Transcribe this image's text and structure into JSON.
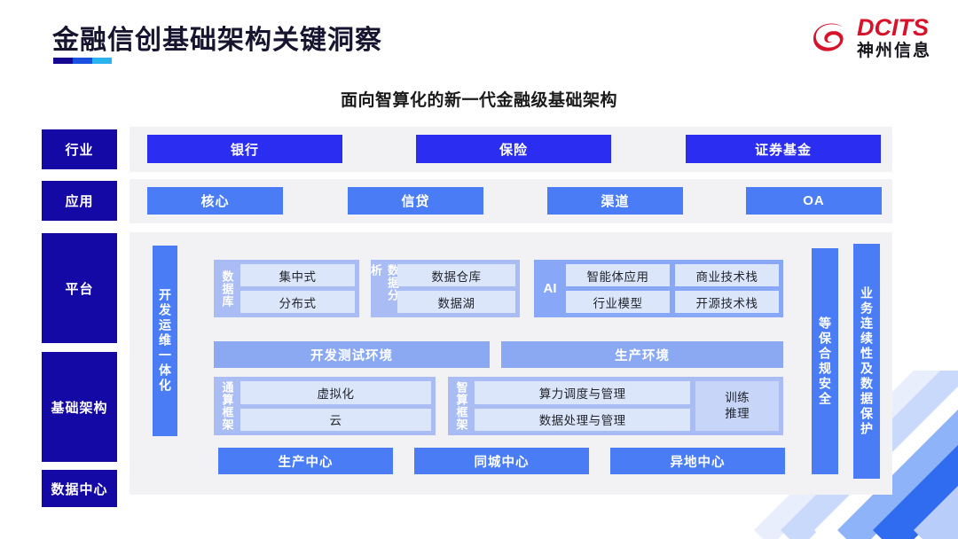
{
  "header": {
    "title": "金融信创基础架构关键洞察",
    "underline_colors": [
      "#15078f",
      "#1b4fe0",
      "#2bb3ef"
    ],
    "logo": {
      "icon": "dcits-swirl-icon",
      "english": "DCITS",
      "chinese": "神州信息",
      "red": "#d7122b"
    }
  },
  "subtitle": "面向智算化的新一代金融级基础架构",
  "stages": [
    {
      "label": "行业"
    },
    {
      "label": "应用"
    },
    {
      "label": "平台"
    },
    {
      "label": "基础架构"
    },
    {
      "label": "数据中心"
    }
  ],
  "industry_row": [
    {
      "label": "银行"
    },
    {
      "label": "保险"
    },
    {
      "label": "证券基金"
    }
  ],
  "application_row": [
    {
      "label": "核心"
    },
    {
      "label": "信贷"
    },
    {
      "label": "渠道"
    },
    {
      "label": "OA"
    }
  ],
  "left_vertical_bar": {
    "label": "开发运维一体化"
  },
  "platform_groups": [
    {
      "label": "数据库",
      "items": [
        "集中式",
        "分布式"
      ]
    },
    {
      "label": "数据分析",
      "items": [
        "数据仓库",
        "数据湖"
      ]
    },
    {
      "label": "AI",
      "col1": [
        "智能体应用",
        "行业模型"
      ],
      "col2": [
        "商业技术栈",
        "开源技术栈"
      ]
    }
  ],
  "environment_bars": [
    {
      "label": "开发测试环境"
    },
    {
      "label": "生产环境"
    }
  ],
  "compute_groups": [
    {
      "label": "通算框架",
      "items": [
        "虚拟化",
        "云"
      ]
    },
    {
      "label": "智算框架",
      "items": [
        "算力调度与管理",
        "数据处理与管理"
      ],
      "side_box": [
        "训练",
        "推理"
      ]
    }
  ],
  "datacenter_bars": [
    {
      "label": "生产中心"
    },
    {
      "label": "同城中心"
    },
    {
      "label": "异地中心"
    }
  ],
  "right_vertical_bars": [
    {
      "label": "等保合规安全"
    },
    {
      "label": "业务连续性及数据保护"
    }
  ],
  "palette": {
    "navy": "#1409a5",
    "industry_blue": "#2b2ef0",
    "app_blue": "#4a7df5",
    "group_blue": "#a9bdf4",
    "ai_blue": "#88a8f7",
    "item_blue": "#dce6fb",
    "env_blue": "#8ba9f3",
    "panel_gray": "#f2f2f4"
  },
  "decoration": {
    "stripes": [
      "#e8eefc",
      "#c9d9fb",
      "#ffffff",
      "#8fb3f8",
      "#2f6cf0",
      "#b9cdfa"
    ]
  }
}
